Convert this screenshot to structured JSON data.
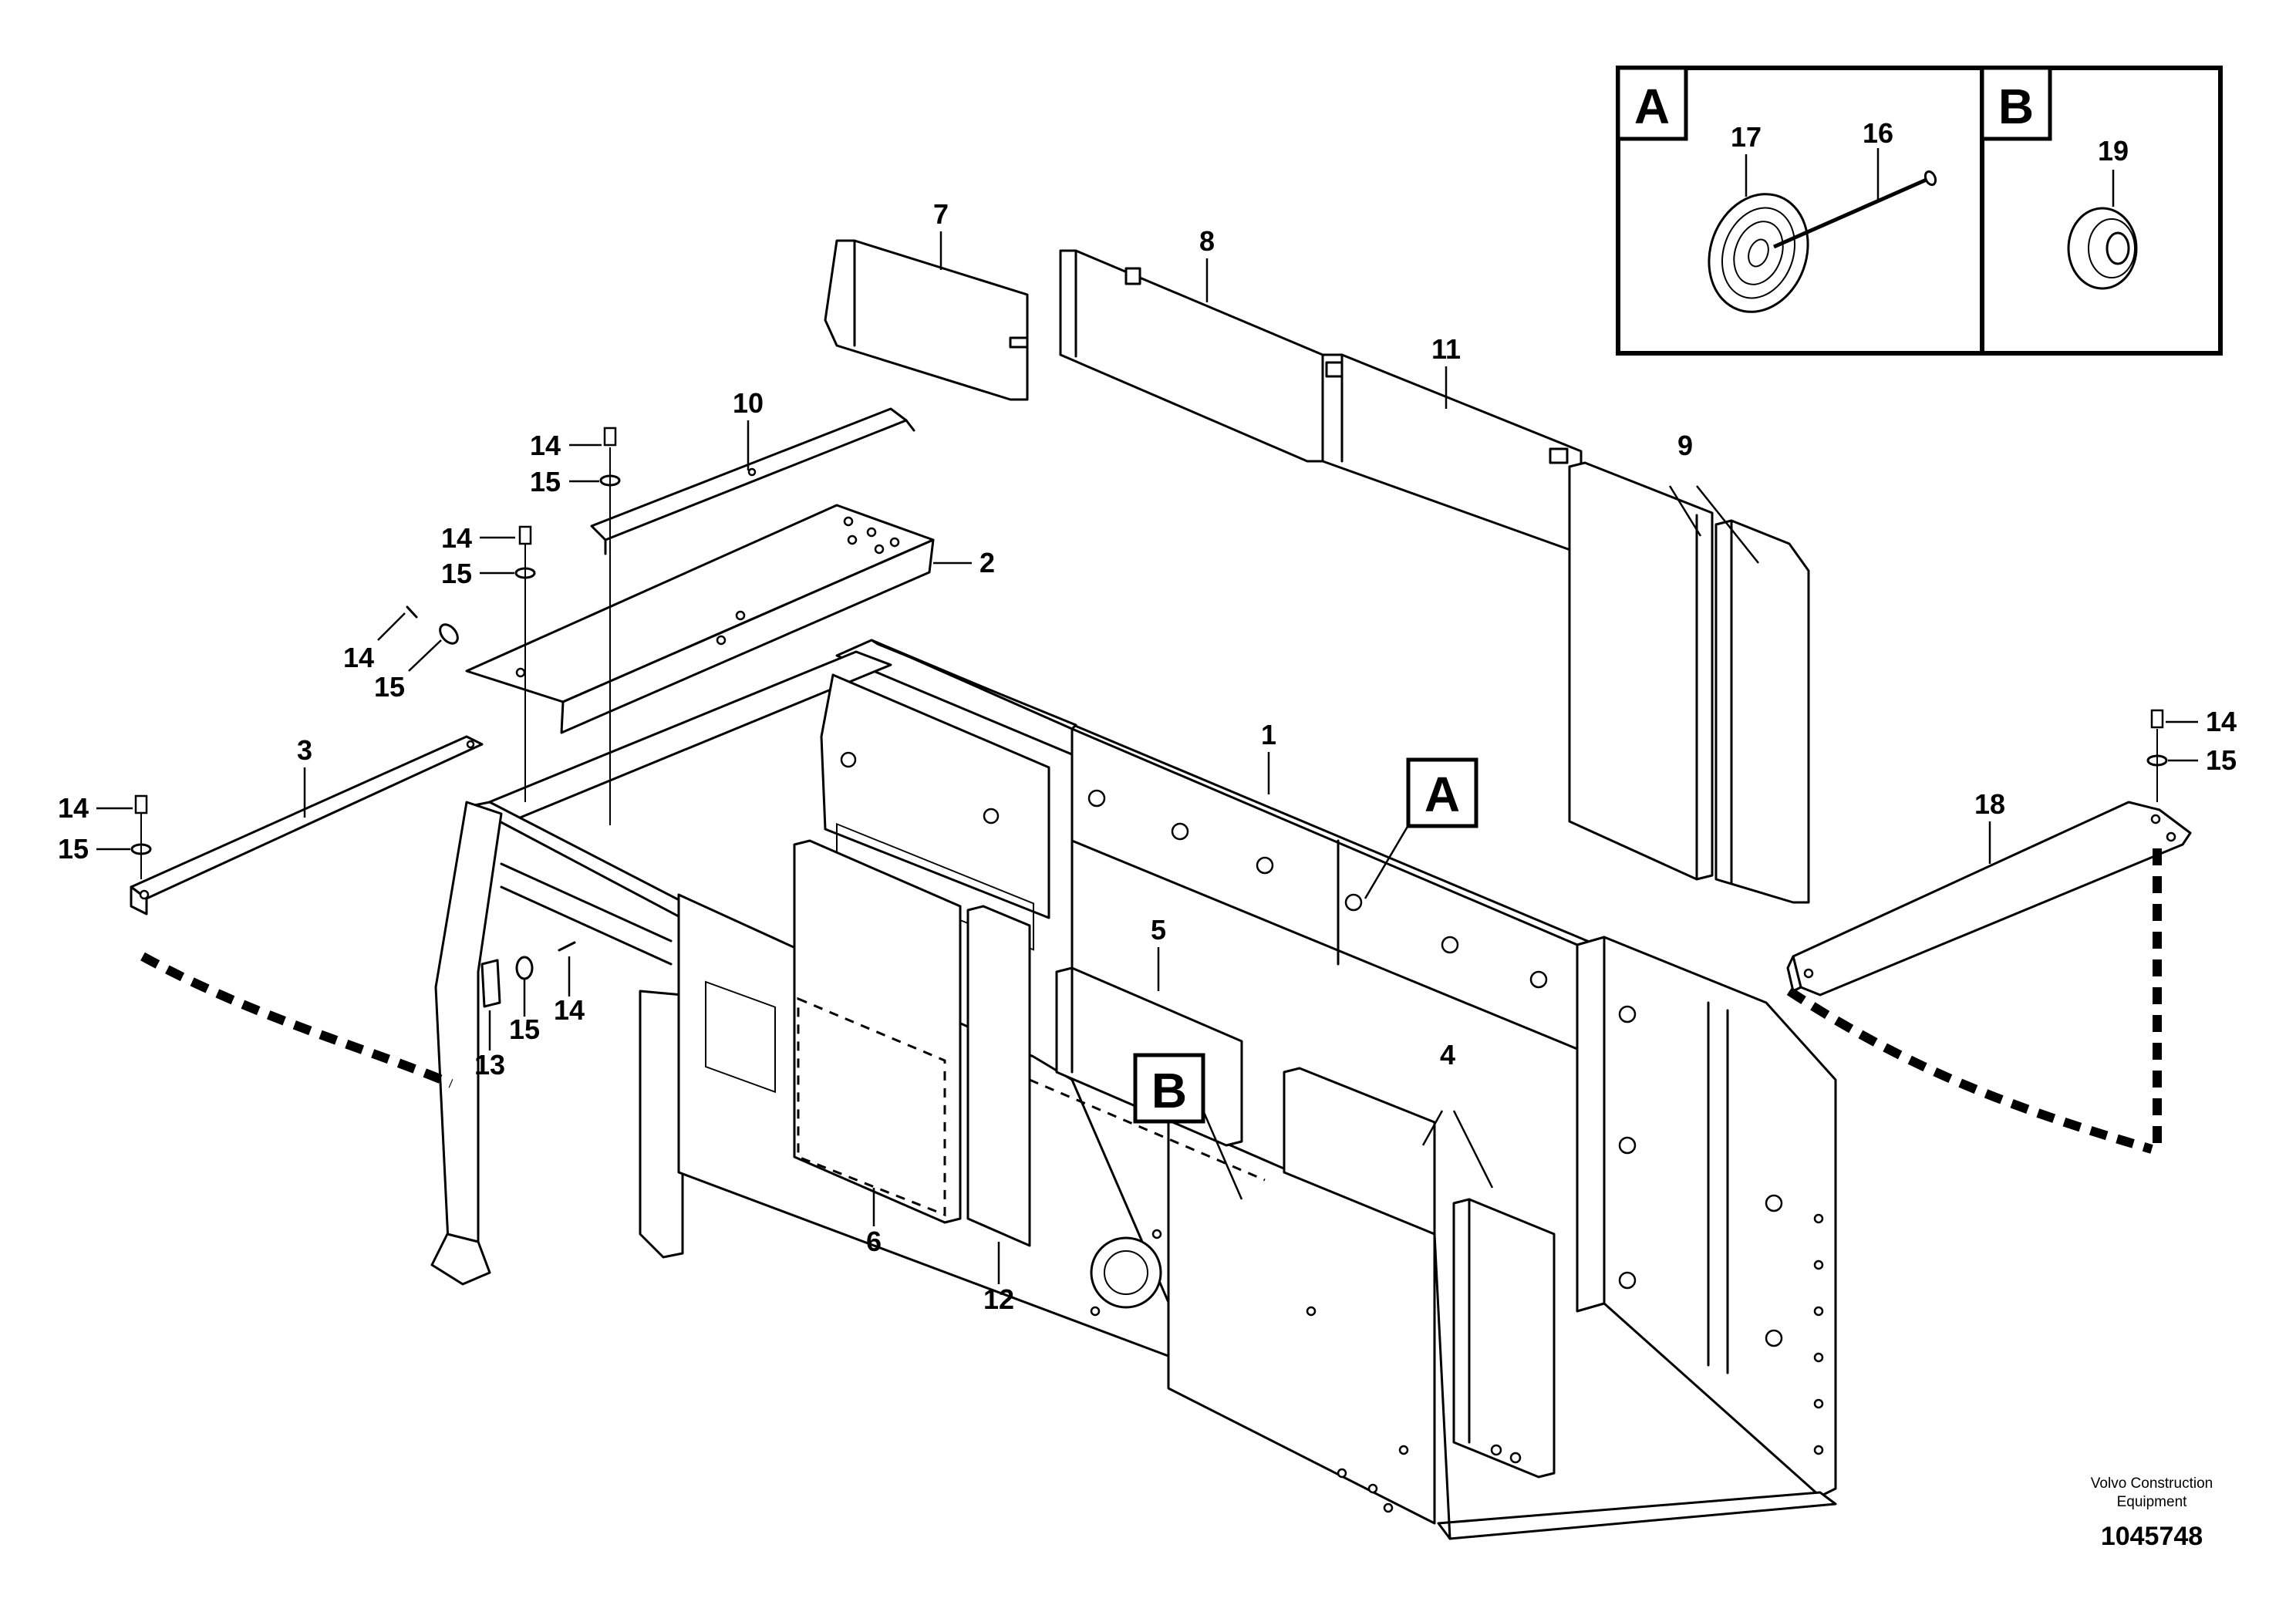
{
  "callouts": {
    "c1": "1",
    "c2": "2",
    "c3": "3",
    "c4": "4",
    "c5": "5",
    "c6": "6",
    "c7": "7",
    "c8": "8",
    "c9": "9",
    "c10": "10",
    "c11": "11",
    "c12": "12",
    "c13": "13",
    "c14": "14",
    "c15": "15",
    "c16": "16",
    "c17": "17",
    "c18": "18",
    "c19": "19"
  },
  "detail_labels": {
    "a": "A",
    "b": "B"
  },
  "footer": {
    "brand_line1": "Volvo Construction",
    "brand_line2": "Equipment",
    "document_number": "1045748"
  }
}
